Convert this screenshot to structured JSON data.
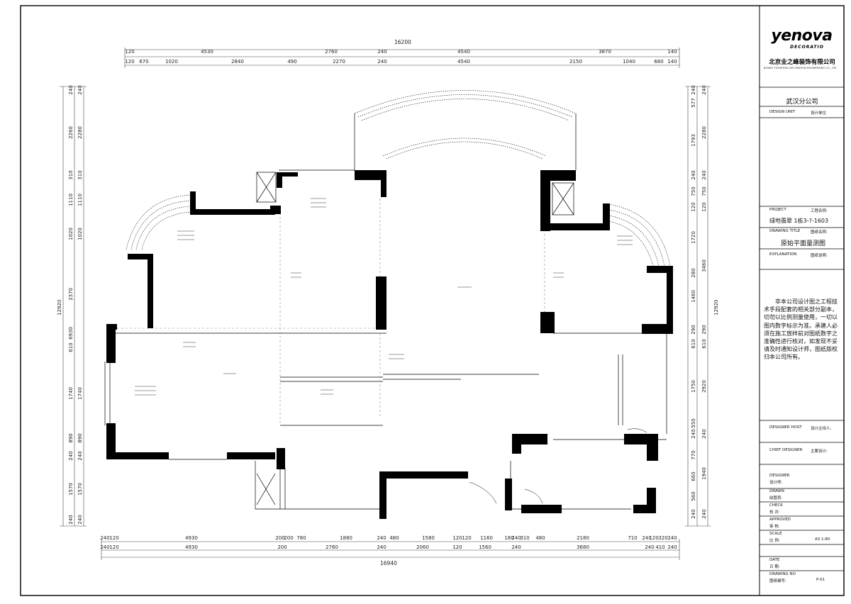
{
  "drawing": {
    "top_overall": "16200",
    "bottom_overall": "16940",
    "left_overall": "12920",
    "right_overall": "12920",
    "top_row1": [
      "120",
      "4530",
      "2760",
      "240",
      "4540",
      "3870",
      "140"
    ],
    "top_row2": [
      "120",
      "670",
      "1020",
      "2840",
      "490",
      "2270",
      "240",
      "4540",
      "2150",
      "1040",
      "680",
      "140"
    ],
    "bottom_row1": [
      "240",
      "120",
      "4930",
      "200",
      "200",
      "780",
      "1880",
      "240",
      "480",
      "1580",
      "120",
      "120",
      "1160",
      "180",
      "240",
      "310",
      "480",
      "2180",
      "710",
      "240",
      "120",
      "320",
      "240"
    ],
    "bottom_row2": [
      "240",
      "120",
      "4930",
      "200",
      "2760",
      "240",
      "2060",
      "120",
      "1560",
      "240",
      "3680",
      "240",
      "410",
      "240"
    ],
    "left_outer": [
      "240",
      "2260",
      "310",
      "1110",
      "1020",
      "2370",
      "6930",
      "610",
      "1740",
      "890",
      "240",
      "1570",
      "240"
    ],
    "left_inner": [
      "240",
      "2280",
      "310",
      "1110",
      "1020",
      "1740",
      "890",
      "240",
      "1570",
      "240"
    ],
    "right_inner": [
      "240",
      "577",
      "1793",
      "240",
      "750",
      "120",
      "1720",
      "280",
      "1460",
      "290",
      "610",
      "1750",
      "550",
      "240",
      "770",
      "660",
      "560",
      "240"
    ],
    "right_outer": [
      "240",
      "2280",
      "240",
      "750",
      "120",
      "3460",
      "290",
      "610",
      "2920",
      "240",
      "1940",
      "240"
    ]
  },
  "title_block": {
    "logo": "yenova",
    "logo_sub": "DECORATIO",
    "company": "北京业之峰装饰有限公司",
    "company_en": "BEIJING YEZHIFENG DECORATION ENGINEERING CO., LTD",
    "branch": "武汉分公司",
    "design_unit_label": "DESIGN UNIT",
    "design_unit_value": "设计单位",
    "project_label": "PROJECT",
    "project_label_cn": "工程名称:",
    "project_value": "绿地翡翠 1栋3-?-1603",
    "drawing_title_label": "DRAWING TITLE",
    "drawing_title_label_cn": "图纸名称:",
    "drawing_title_value": "原始平面量测图",
    "explanation_label": "EXPLANATION",
    "explanation_label_cn": "图纸说明:",
    "note": "非本公司设计图之工程技术手段配套的相关部分副本，切勿以比例测量使用，一切以图内数字标示为准。承建人必须在施工放样前对图纸数字之准确性进行核对，如发现不妥请及时通知设计师，图纸版权归本公司所有。",
    "designer_host_label": "DESIGNER HOST",
    "designer_host_value": "设计主持人:",
    "chief_label": "CHIEF DESIGNER",
    "chief_value": "主案设计:",
    "designer_label": "DESIGNER",
    "designer_value": "设计师:",
    "drawn_label": "DRAWN",
    "drawn_value": "绘图员:",
    "check_label": "CHECK",
    "check_value": "校 对:",
    "approved_label": "APPROVED",
    "approved_value": "审 核:",
    "scale_label": "SCALE",
    "scale_value_cn": "比 例:",
    "scale_value": "A3 1:80",
    "date_label": "DATE",
    "date_value": "日 期:",
    "drawing_no_label": "DRAWING NO",
    "drawing_no_value": "图纸编号:",
    "drawing_no_code": "P-01"
  }
}
